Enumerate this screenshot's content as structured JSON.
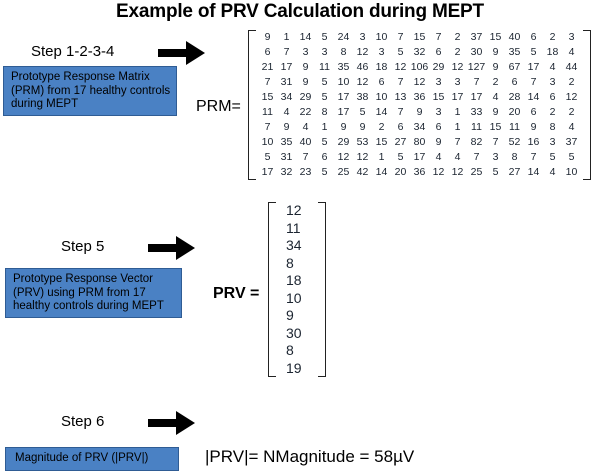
{
  "title": "Example of PRV Calculation during MEPT",
  "steps": [
    {
      "label": "Step 1-2-3-4",
      "box_text": "Prototype Response Matrix (PRM)  from 17  healthy controls during MEPT",
      "equation_label": "PRM="
    },
    {
      "label": "Step 5",
      "box_text": "Prototype Response Vector (PRV)  using PRM from 17 healthy  controls during MEPT",
      "equation_label": "PRV ="
    },
    {
      "label": "Step 6",
      "box_text": "Magnitude of PRV (|PRV|)",
      "equation_label": "|PRV|= NMagnitude = 58µV"
    }
  ],
  "arrow_icon": "right-arrow",
  "colors": {
    "box_fill": "#4a81c4",
    "box_border": "#2f5c94",
    "text": "#000000",
    "matrix_text": "#1b2430"
  },
  "chart_data": {
    "type": "table",
    "title": "Prototype Response Matrix (PRM) from 17 healthy controls during MEPT",
    "matrix_rows": 10,
    "matrix_cols": 17,
    "matrix": [
      [
        9,
        1,
        14,
        5,
        24,
        3,
        10,
        7,
        15,
        7,
        2,
        37,
        15,
        40,
        6,
        2,
        3
      ],
      [
        6,
        7,
        3,
        3,
        8,
        12,
        3,
        5,
        32,
        6,
        2,
        30,
        9,
        35,
        5,
        18,
        4
      ],
      [
        21,
        17,
        9,
        11,
        35,
        46,
        18,
        12,
        106,
        29,
        12,
        127,
        9,
        67,
        17,
        4,
        44
      ],
      [
        7,
        31,
        9,
        5,
        10,
        12,
        6,
        7,
        12,
        3,
        3,
        7,
        2,
        6,
        7,
        3,
        2
      ],
      [
        15,
        34,
        29,
        5,
        17,
        38,
        10,
        13,
        36,
        15,
        17,
        17,
        4,
        28,
        14,
        6,
        12
      ],
      [
        11,
        4,
        22,
        8,
        17,
        5,
        14,
        7,
        9,
        3,
        1,
        33,
        9,
        20,
        6,
        2,
        2
      ],
      [
        7,
        9,
        4,
        1,
        9,
        9,
        2,
        6,
        34,
        6,
        1,
        11,
        15,
        11,
        9,
        8,
        4
      ],
      [
        10,
        35,
        40,
        5,
        29,
        53,
        15,
        27,
        80,
        9,
        7,
        82,
        7,
        52,
        16,
        3,
        37
      ],
      [
        5,
        31,
        7,
        6,
        12,
        12,
        1,
        5,
        17,
        4,
        4,
        7,
        3,
        8,
        7,
        5,
        5
      ],
      [
        17,
        32,
        23,
        5,
        25,
        42,
        14,
        20,
        36,
        12,
        12,
        25,
        5,
        27,
        14,
        4,
        10
      ]
    ],
    "vector_label": "PRV",
    "vector": [
      12,
      11,
      34,
      8,
      18,
      10,
      9,
      30,
      8,
      19
    ],
    "magnitude_value": 58,
    "magnitude_unit": "µV"
  }
}
